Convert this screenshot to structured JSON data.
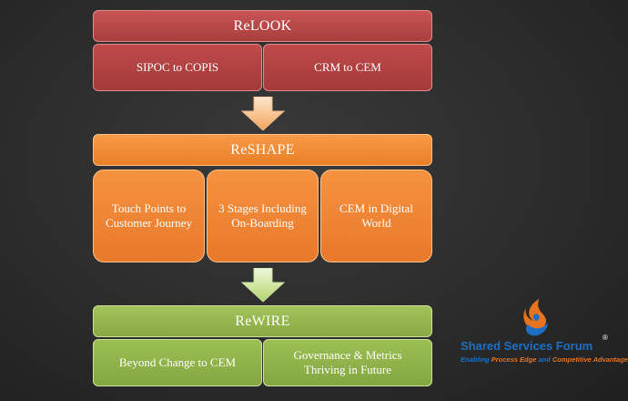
{
  "diagram": {
    "stages": [
      {
        "title": "ReLOOK",
        "items": [
          "SIPOC to COPIS",
          "CRM to CEM"
        ]
      },
      {
        "title": "ReSHAPE",
        "items": [
          "Touch Points to Customer Journey",
          "3 Stages Including On-Boarding",
          "CEM in Digital World"
        ]
      },
      {
        "title": "ReWIRE",
        "items": [
          "Beyond Change to CEM",
          "Governance & Metrics Thriving in Future"
        ]
      }
    ]
  },
  "logo": {
    "name": "Shared Services Forum",
    "registered": "®",
    "tagline_part1": "Enabling ",
    "tagline_highlight1": "Process Edge",
    "tagline_part2": " and ",
    "tagline_highlight2": "Competitive Advantage"
  },
  "colors": {
    "relook": "#b84646",
    "reshape": "#f08a33",
    "rewire": "#93b64c",
    "logo_blue": "#1e6fc4",
    "logo_orange": "#e8731e"
  }
}
